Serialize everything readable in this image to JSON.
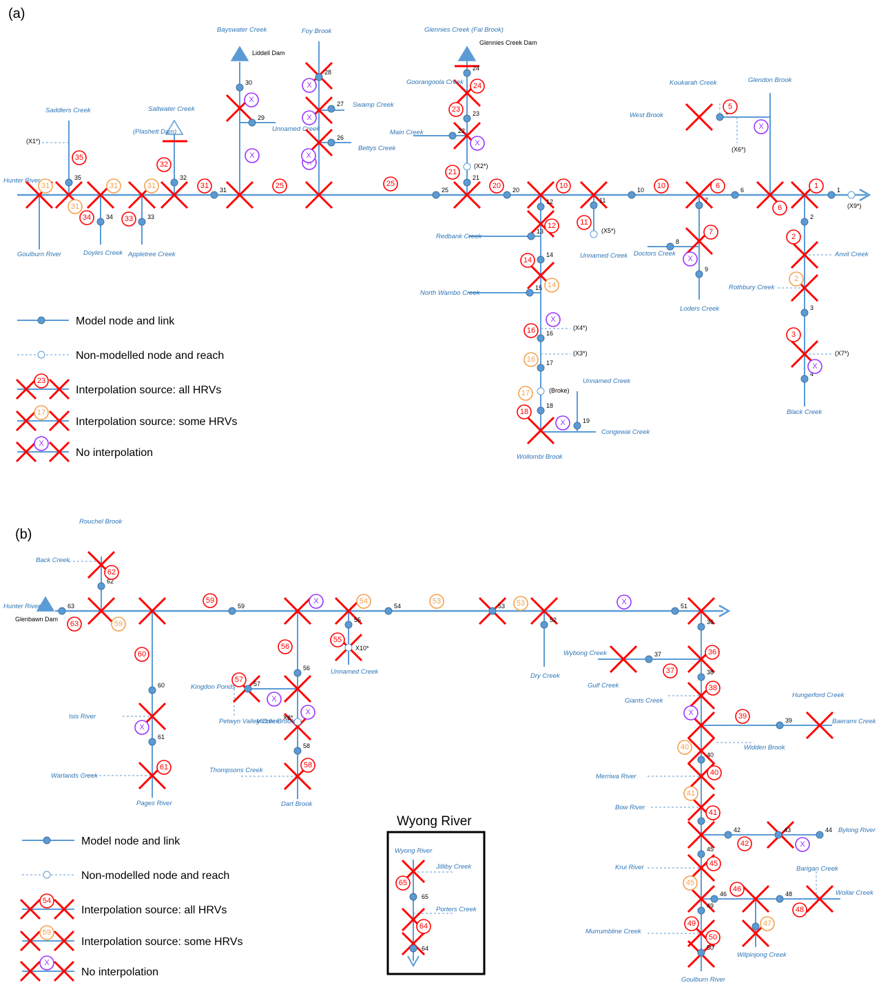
{
  "colors": {
    "river": "#5b9bd5",
    "label": "#2e75b6",
    "all": "#ff0000",
    "some": "#f4a14d",
    "none": "#9933ff"
  },
  "icons": {
    "dam": "dam-triangle-icon",
    "node": "model-node-icon",
    "nonnode": "non-modelled-node-icon"
  },
  "panelA": {
    "label": "(a)",
    "labels": [
      "Hunter River",
      "Goulburn River",
      "Saddlers Creek",
      "(X1*)",
      "Doyles Creek",
      "Appletree Creek",
      "Saltwater Creek",
      "(Plashett Dam)",
      "Bayswater Creek",
      "Liddell Dam",
      "Unnamed Creek",
      "Foy Brook",
      "Swamp Creek",
      "Bettys Creek",
      "Glennies Creek (Fal Brook)",
      "Glennies Creek Dam",
      "Goorangoola Creek",
      "Main Creek",
      "(X2*)",
      "Redbank Creek",
      "North Wambo Creek",
      "(X4*)",
      "(X3*)",
      "(Broke)",
      "Unnamed Creek",
      "Congewai Creek",
      "Wollombi Brook",
      "(X5*)",
      "Unnamed Creek",
      "Doctors Creek",
      "Loders Creek",
      "Koukarah Creek",
      "West Brook",
      "(X6*)",
      "Glendon Brook",
      "(X9*)",
      "Anvil Creek",
      "Rothbury Creek",
      "(X7*)",
      "Black Creek"
    ],
    "nodes": [
      "35",
      "34",
      "33",
      "32",
      "31",
      "30",
      "29",
      "28",
      "27",
      "26",
      "24",
      "23",
      "22",
      "21",
      "25",
      "20",
      "12",
      "13",
      "14",
      "15",
      "16",
      "17",
      "18",
      "19",
      "11",
      "10",
      "7",
      "8",
      "9",
      "6",
      "5",
      "1",
      "2",
      "3",
      "4"
    ],
    "badges": [
      "31",
      "31",
      "31",
      "31",
      "34",
      "33",
      "35",
      "32",
      "31",
      "X",
      "X",
      "X",
      "X",
      "X",
      "X",
      "25",
      "25",
      "24",
      "23",
      "21",
      "X",
      "20",
      "12",
      "14",
      "14",
      "16",
      "16",
      "17",
      "18",
      "X",
      "X",
      "10",
      "11",
      "10",
      "6",
      "7",
      "X",
      "5",
      "X",
      "6",
      "1",
      "2",
      "2",
      "3",
      "X"
    ],
    "legend": [
      "Model node and link",
      "Non-modelled node and reach",
      "Interpolation source: all HRVs",
      "Interpolation source: some HRVs",
      "No interpolation"
    ],
    "legend_badges": [
      "23",
      "17",
      "X"
    ]
  },
  "panelB": {
    "label": "(b)",
    "labels": [
      "Rouchel Brook",
      "Back Creek",
      "Hunter River",
      "Glenbawn Dam",
      "Isis River",
      "Warlands Creek",
      "Pages River",
      "Kingdon Ponds",
      "Petwyn Valley Creek",
      "Middle Brook",
      "X8*",
      "Thompsons Creek",
      "Dart Brook",
      "X10*",
      "Unnamed Creek",
      "Dry Creek",
      "Wybong Creek",
      "Gulf Creek",
      "Giants Creek",
      "Hungerford Creek",
      "Baerami Creek",
      "Widden Brook",
      "Merriwa River",
      "Bow River",
      "Bylong River",
      "Krui River",
      "Barigan Creek",
      "Wollar Creek",
      "Murrumbline Creek",
      "Wilpinjong Creek",
      "Goulburn River"
    ],
    "nodes": [
      "63",
      "62",
      "61",
      "60",
      "59",
      "57",
      "56",
      "58",
      "55",
      "54",
      "53",
      "52",
      "51",
      "36",
      "37",
      "38",
      "39",
      "40",
      "41",
      "42",
      "43",
      "44",
      "45",
      "46",
      "48",
      "47",
      "49",
      "50"
    ],
    "badges": [
      "62",
      "63",
      "59",
      "59",
      "60",
      "X",
      "61",
      "57",
      "X",
      "56",
      "X",
      "58",
      "X",
      "54",
      "55",
      "53",
      "53",
      "X",
      "36",
      "37",
      "38",
      "X",
      "39",
      "40",
      "40",
      "41",
      "41",
      "42",
      "X",
      "45",
      "45",
      "46",
      "48",
      "47",
      "49",
      "50"
    ],
    "legend": [
      "Model node and link",
      "Non-modelled node and reach",
      "Interpolation source: all HRVs",
      "Interpolation source: some HRVs",
      "No interpolation"
    ],
    "legend_badges": [
      "54",
      "59",
      "X"
    ]
  },
  "inset": {
    "title": "Wyong River",
    "labels": [
      "Wyong River",
      "Jilliby Creek",
      "Porters Creek"
    ],
    "nodes": [
      "65",
      "64"
    ],
    "badges": [
      "65",
      "64"
    ]
  }
}
